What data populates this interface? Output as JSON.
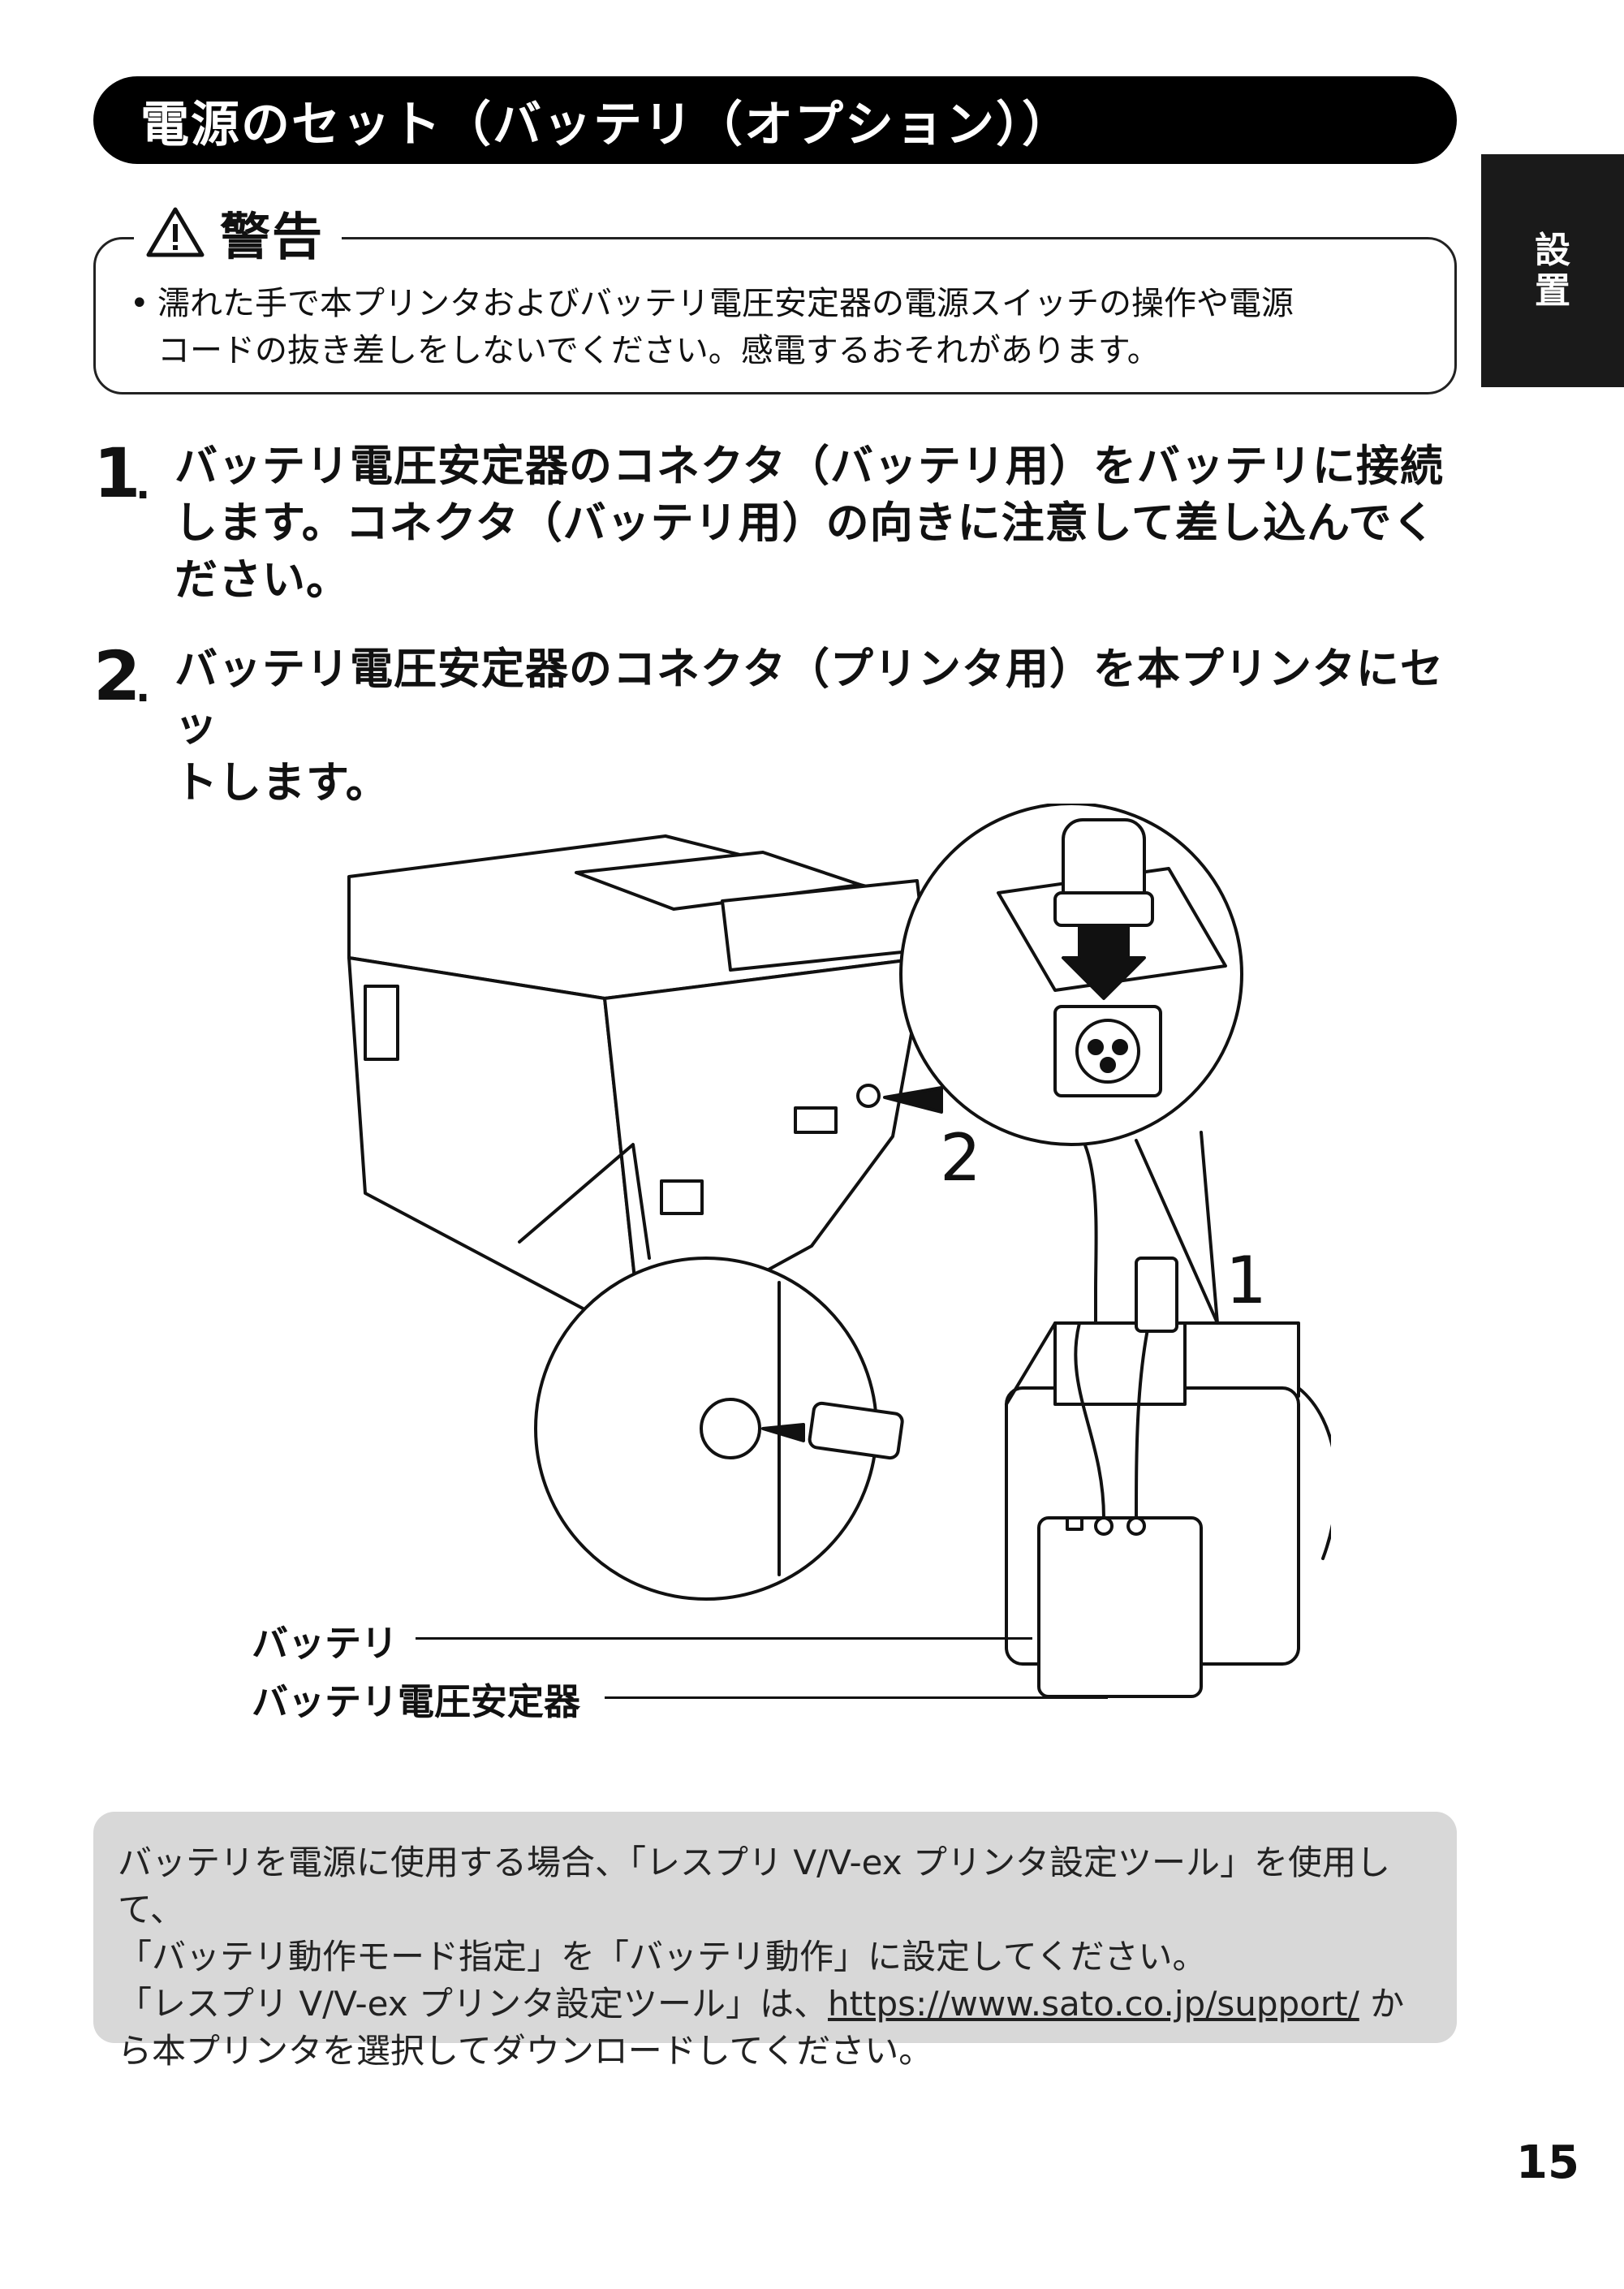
{
  "header": {
    "title": "電源のセット（バッテリ（オプション））"
  },
  "side_tab": {
    "lines": [
      "設",
      "置"
    ]
  },
  "warning": {
    "label": "警告",
    "bullet": "•",
    "line1": "濡れた手で本プリンタおよびバッテリ電圧安定器の電源スイッチの操作や電源",
    "line2": "コードの抜き差しをしないでください。感電するおそれがあります。"
  },
  "steps": [
    {
      "number": "1",
      "line1": "バッテリ電圧安定器のコネクタ（バッテリ用）をバッテリに接続",
      "line2": "します。コネクタ（バッテリ用）の向きに注意して差し込んでく",
      "line3": "ださい。"
    },
    {
      "number": "2",
      "line1": "バッテリ電圧安定器のコネクタ（プリンタ用）を本プリンタにセッ",
      "line2": "トします。"
    }
  ],
  "illustration": {
    "callout_1": "1",
    "callout_2": "2",
    "label_battery": "バッテリ",
    "label_stabilizer": "バッテリ電圧安定器"
  },
  "note": {
    "line1": "バッテリを電源に使用する場合、「レスプリ V/V-ex プリンタ設定ツール」を使用して、",
    "line2": "「バッテリ動作モード指定」を「バッテリ動作」に設定してください。",
    "line3_pre": "「レスプリ V/V-ex プリンタ設定ツール」は、",
    "line3_link": "https://www.sato.co.jp/support/",
    "line3_post": " か",
    "line4": "ら本プリンタを選択してダウンロードしてください。"
  },
  "page_number": "15"
}
